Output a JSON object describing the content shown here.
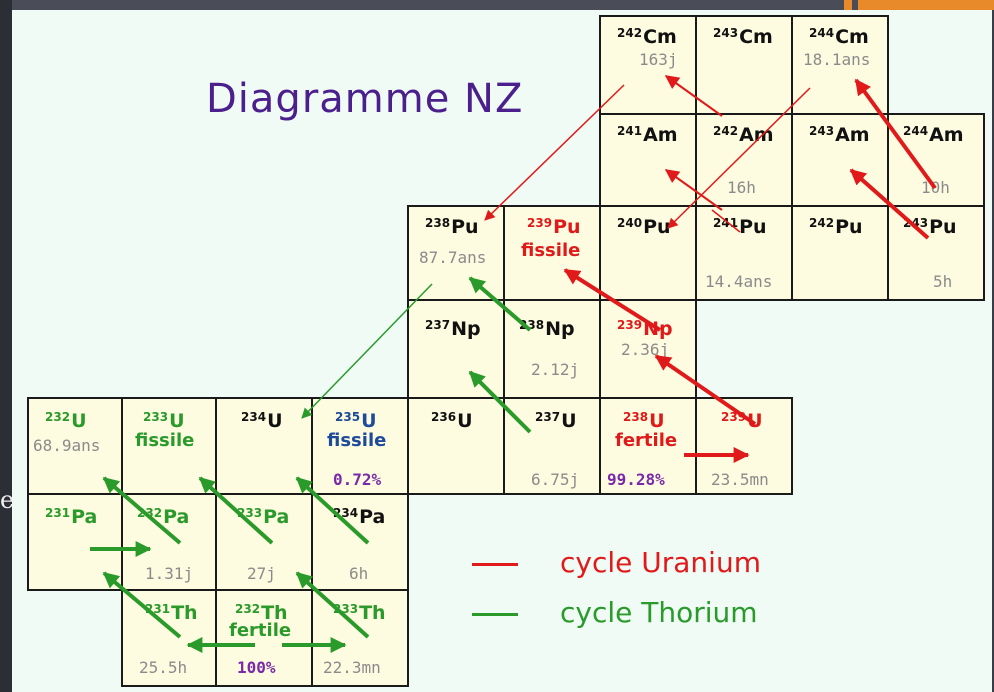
{
  "title": "Diagramme NZ",
  "colors": {
    "uranium": "#e01a1a",
    "thorium": "#2a9a2a",
    "fissile_blue": "#1e4a9a",
    "abundance": "#7a2aa8",
    "halflife": "#8b8b8b"
  },
  "cells": {
    "cm242": {
      "mass": "242",
      "sym": "Cm",
      "hl": "163j"
    },
    "cm243": {
      "mass": "243",
      "sym": "Cm"
    },
    "cm244": {
      "mass": "244",
      "sym": "Cm",
      "hl": "18.1ans"
    },
    "am241": {
      "mass": "241",
      "sym": "Am"
    },
    "am242": {
      "mass": "242",
      "sym": "Am",
      "hl": "16h"
    },
    "am243": {
      "mass": "243",
      "sym": "Am"
    },
    "am244": {
      "mass": "244",
      "sym": "Am",
      "hl": "10h"
    },
    "pu238": {
      "mass": "238",
      "sym": "Pu",
      "hl": "87.7ans"
    },
    "pu239": {
      "mass": "239",
      "sym": "Pu",
      "label": "fissile"
    },
    "pu240": {
      "mass": "240",
      "sym": "Pu"
    },
    "pu241": {
      "mass": "241",
      "sym": "Pu",
      "hl": "14.4ans"
    },
    "pu242": {
      "mass": "242",
      "sym": "Pu"
    },
    "pu243": {
      "mass": "243",
      "sym": "Pu",
      "hl": "5h"
    },
    "np237": {
      "mass": "237",
      "sym": "Np"
    },
    "np238": {
      "mass": "238",
      "sym": "Np",
      "hl": "2.12j"
    },
    "np239": {
      "mass": "239",
      "sym": "Np",
      "hl": "2.36j"
    },
    "u232": {
      "mass": "232",
      "sym": "U",
      "hl": "68.9ans"
    },
    "u233": {
      "mass": "233",
      "sym": "U",
      "label": "fissile"
    },
    "u234": {
      "mass": "234",
      "sym": "U"
    },
    "u235": {
      "mass": "235",
      "sym": "U",
      "label": "fissile",
      "ab": "0.72%"
    },
    "u236": {
      "mass": "236",
      "sym": "U"
    },
    "u237": {
      "mass": "237",
      "sym": "U",
      "hl": "6.75j"
    },
    "u238": {
      "mass": "238",
      "sym": "U",
      "label": "fertile",
      "ab": "99.28%"
    },
    "u239": {
      "mass": "239",
      "sym": "U",
      "hl": "23.5mn"
    },
    "pa231": {
      "mass": "231",
      "sym": "Pa"
    },
    "pa232": {
      "mass": "232",
      "sym": "Pa",
      "hl": "1.31j"
    },
    "pa233": {
      "mass": "233",
      "sym": "Pa",
      "hl": "27j"
    },
    "pa234": {
      "mass": "234",
      "sym": "Pa",
      "hl": "6h"
    },
    "th231": {
      "mass": "231",
      "sym": "Th",
      "hl": "25.5h"
    },
    "th232": {
      "mass": "232",
      "sym": "Th",
      "label": "fertile",
      "ab": "100%"
    },
    "th233": {
      "mass": "233",
      "sym": "Th",
      "hl": "22.3mn"
    }
  },
  "legend": {
    "uranium": "cycle Uranium",
    "thorium": "cycle Thorium"
  },
  "edge_glyph": "e"
}
